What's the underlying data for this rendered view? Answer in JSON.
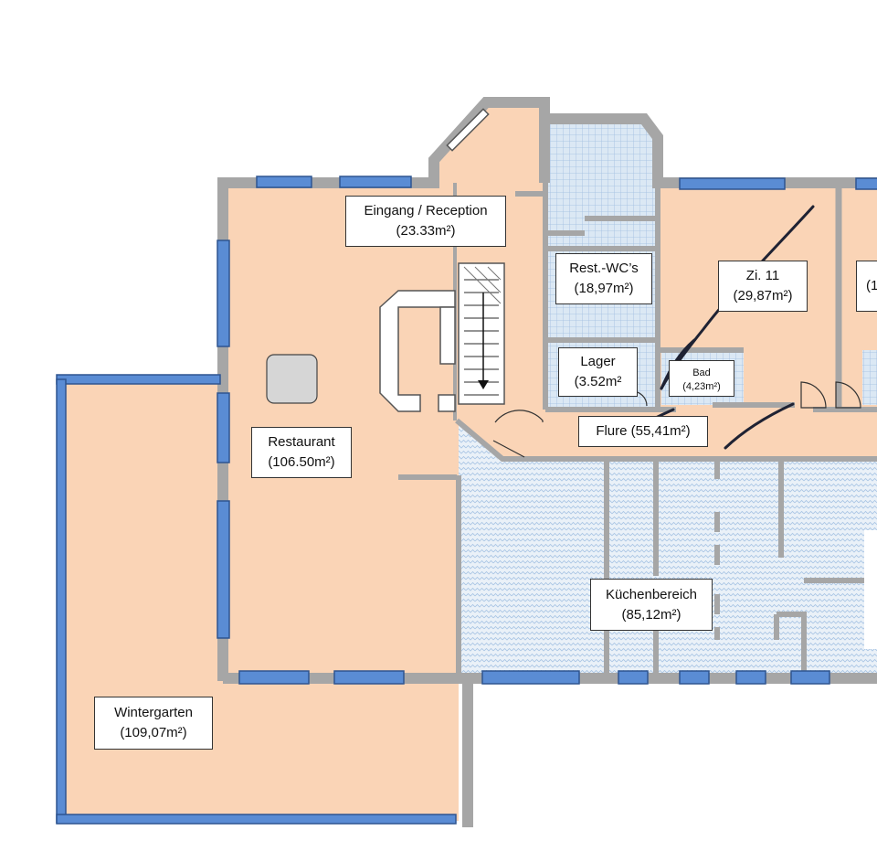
{
  "colors": {
    "room_fill": "#fad4b6",
    "wall": "#a6a6a6",
    "window": "#5a8cd4",
    "window_border": "#2e5590",
    "tile_fill": "#dbe8f4",
    "tile_grid": "#9fbde0",
    "kitchen_fill": "#eaf1f8",
    "kitchen_pattern": "#a7c4e4",
    "pen_stroke": "#1f2233",
    "label_bg": "#ffffff"
  },
  "rooms": {
    "eingang": {
      "name": "Eingang / Reception",
      "area": "(23.33m²)"
    },
    "wc": {
      "name": "Rest.-WC’s",
      "area": "(18,97m²)"
    },
    "zi11": {
      "name": "Zi. 11",
      "area": "(29,87m²)"
    },
    "zi12": {
      "name": "",
      "area": "(1"
    },
    "lager": {
      "name": "Lager",
      "area": "(3.52m²"
    },
    "bad": {
      "name": "Bad",
      "area": "(4,23m²)"
    },
    "flure": {
      "name": "Flure (55,41m²)"
    },
    "restaurant": {
      "name": "Restaurant",
      "area": "(106.50m²)"
    },
    "kueche": {
      "name": "Küchenbereich",
      "area": "(85,12m²)"
    },
    "wintergarten": {
      "name": "Wintergarten",
      "area": "(109,07m²)"
    }
  },
  "icons": [
    "staircase-icon",
    "service-counter-icon",
    "column-icon",
    "door-swing-icon",
    "stair-direction-arrow-icon"
  ]
}
